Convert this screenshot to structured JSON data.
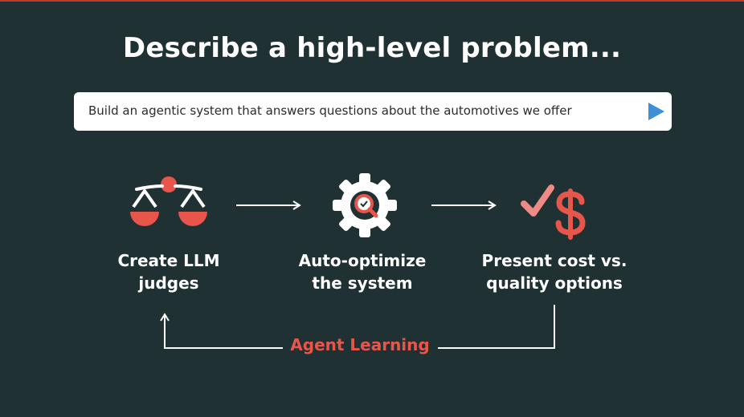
{
  "title": "Describe a high-level problem...",
  "prompt": {
    "text": "Build an agentic system that answers questions about the automotives we offer"
  },
  "steps": [
    {
      "icon": "scales-icon",
      "line1": "Create LLM",
      "line2": "judges"
    },
    {
      "icon": "gear-magnifier-icon",
      "line1": "Auto-optimize",
      "line2": "the system"
    },
    {
      "icon": "check-dollar-icon",
      "line1": "Present cost vs.",
      "line2": "quality options"
    }
  ],
  "loop_label": "Agent Learning",
  "colors": {
    "background": "#1f3133",
    "accent": "#e8564b",
    "accent_light": "#f08a86",
    "send_button": "#3d8fd6",
    "text": "#ffffff"
  }
}
